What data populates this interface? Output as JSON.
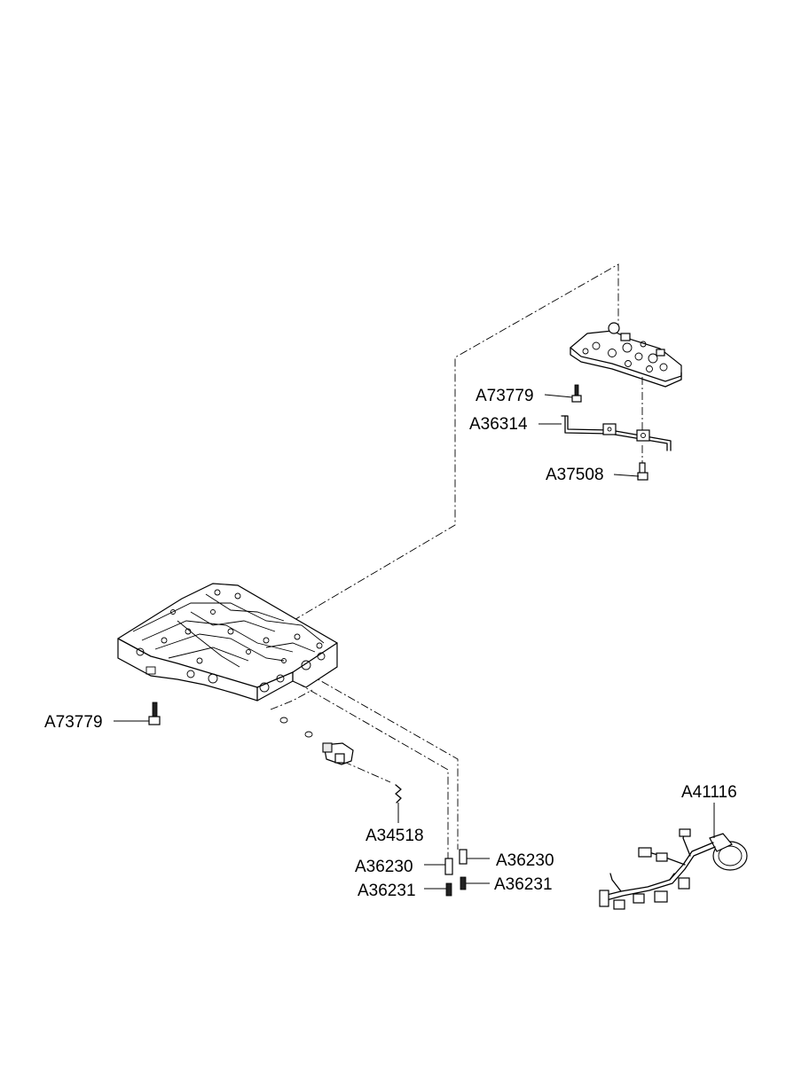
{
  "labels": {
    "bolt_upper": "A73779",
    "bracket": "A36314",
    "bolt_bracket": "A37508",
    "bolt_lower": "A73779",
    "strainer": "A34518",
    "pin_left": "A36230",
    "spring_left": "A36231",
    "pin_right": "A36230",
    "spring_right": "A36231",
    "harness": "A41116"
  }
}
